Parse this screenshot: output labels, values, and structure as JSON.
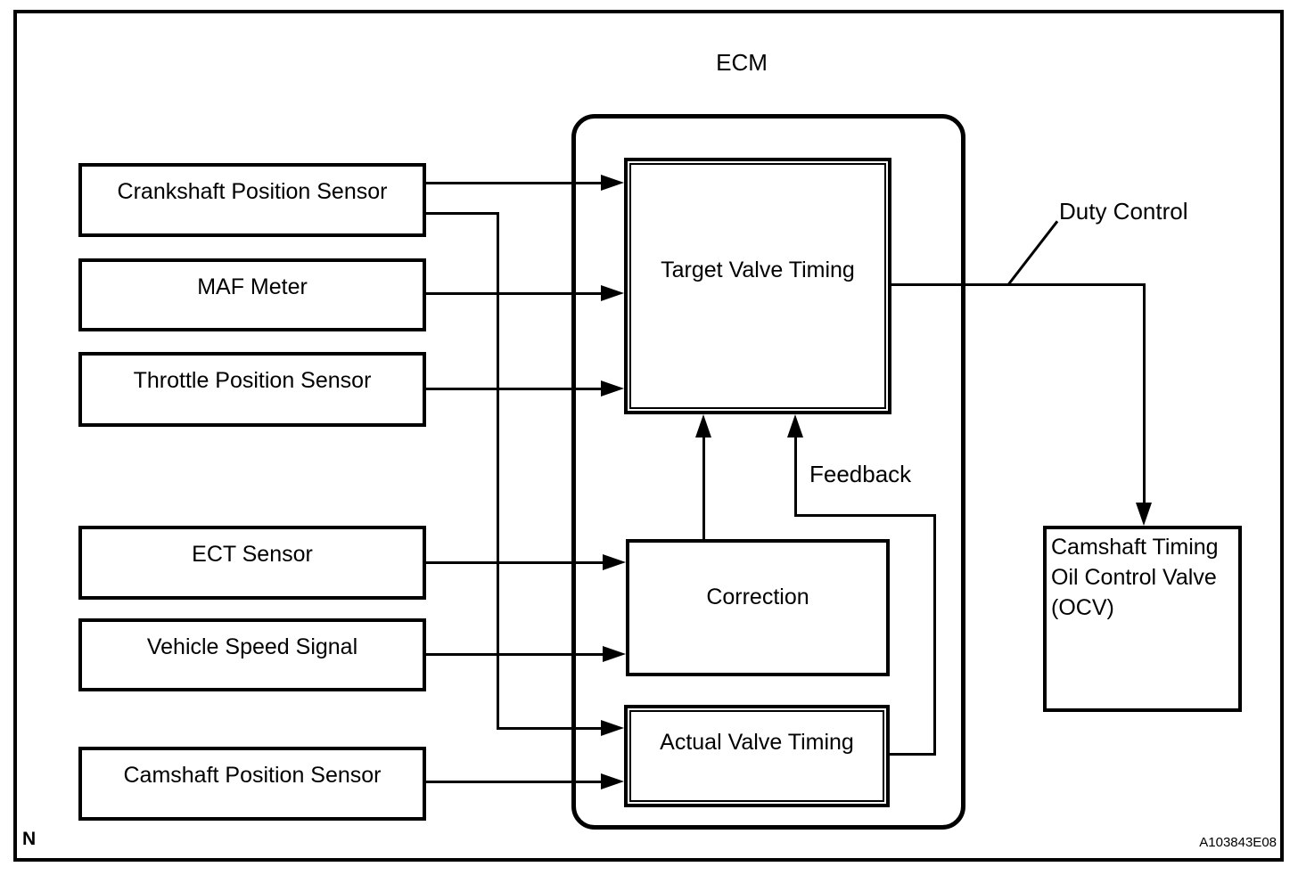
{
  "page": {
    "corner_label": "N",
    "figure_code": "A103843E08"
  },
  "ecm": {
    "title": "ECM",
    "blocks": {
      "target": "Target Valve Timing",
      "correction": "Correction",
      "actual": "Actual Valve Timing"
    }
  },
  "inputs": [
    {
      "label": "Crankshaft Position Sensor"
    },
    {
      "label": "MAF Meter"
    },
    {
      "label": "Throttle Position Sensor"
    },
    {
      "label": "ECT Sensor"
    },
    {
      "label": "Vehicle Speed Signal"
    },
    {
      "label": "Camshaft Position Sensor"
    }
  ],
  "output": {
    "lines": [
      "Camshaft Timing",
      "Oil Control Valve",
      "(OCV)"
    ]
  },
  "annotations": {
    "duty_control": "Duty Control",
    "feedback": "Feedback"
  },
  "colors": {
    "line": "#000000",
    "background": "#ffffff"
  }
}
